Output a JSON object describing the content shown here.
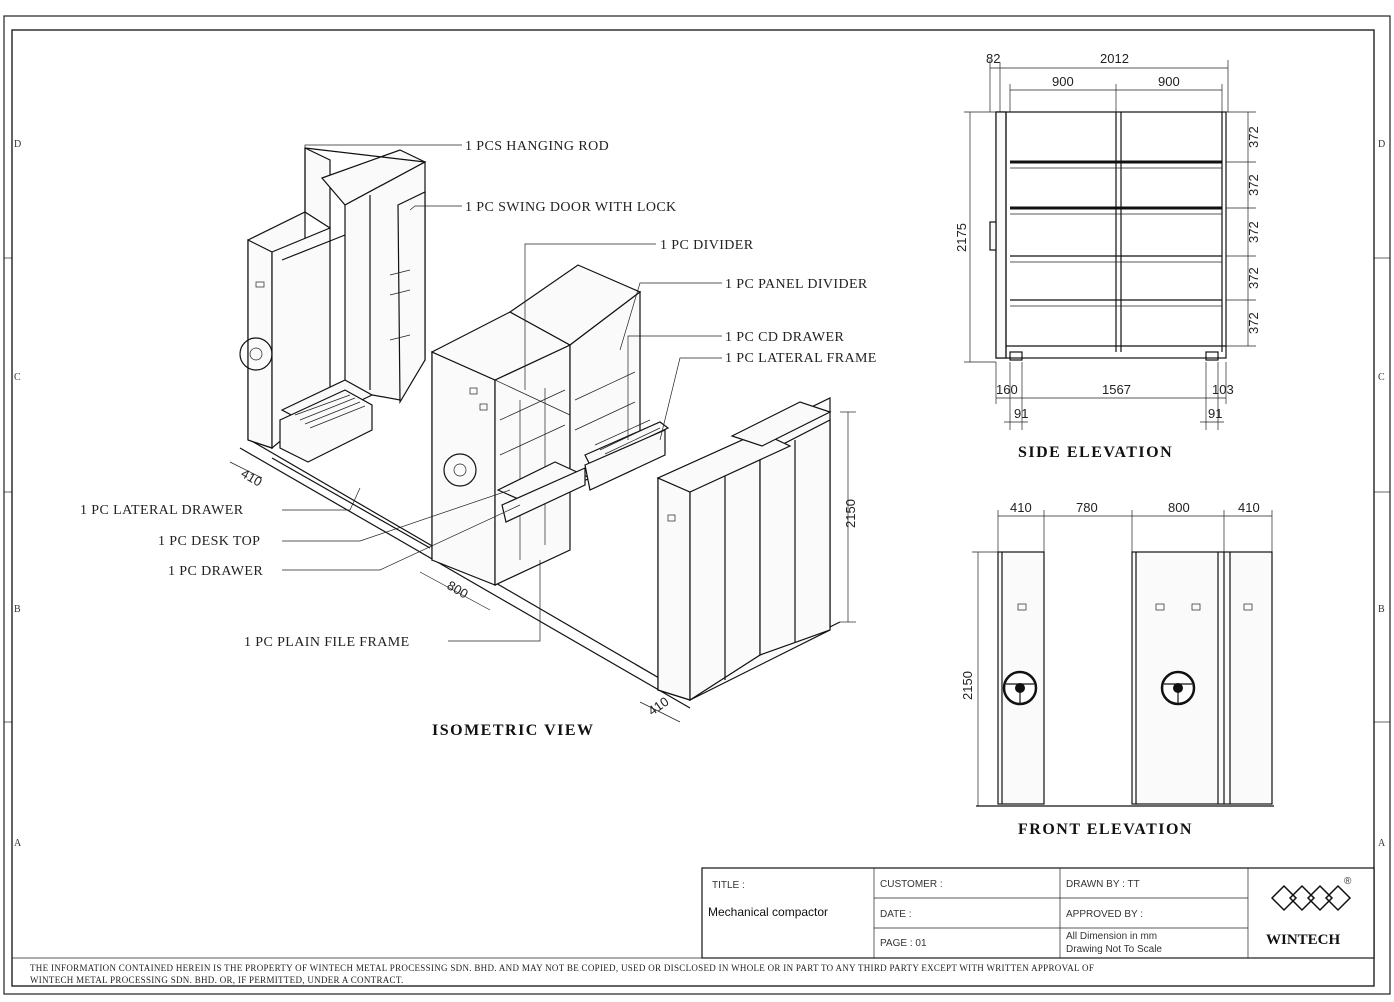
{
  "zones": [
    "D",
    "C",
    "B",
    "A"
  ],
  "isometric": {
    "title": "ISOMETRIC VIEW",
    "callouts": {
      "hanging_rod": "1 PCS HANGING ROD",
      "swing_door": "1 PC SWING DOOR WITH LOCK",
      "divider": "1 PC DIVIDER",
      "panel_divider": "1 PC PANEL DIVIDER",
      "cd_drawer": "1 PC CD DRAWER",
      "lateral_frame": "1 PC  LATERAL FRAME",
      "lateral_drawer": "1 PC  LATERAL  DRAWER",
      "desk_top": "1 PC  DESK TOP",
      "drawer": "1 PC  DRAWER",
      "plain_file_frame": "1 PC  PLAIN FILE FRAME"
    },
    "dims": {
      "d410a": "410",
      "d800": "800",
      "d410b": "410",
      "h2150": "2150"
    }
  },
  "side_elevation": {
    "title": "SIDE ELEVATION",
    "dims": {
      "left": "82",
      "total": "2012",
      "bay1": "900",
      "bay2": "900",
      "height": "2175",
      "s1": "372",
      "s2": "372",
      "s3": "372",
      "s4": "372",
      "s5": "372",
      "base_left": "160",
      "base_mid": "1567",
      "base_right": "103",
      "foot_left": "91",
      "foot_right": "91"
    }
  },
  "front_elevation": {
    "title": "FRONT ELEVATION",
    "dims": {
      "w1": "410",
      "gap": "780",
      "w2": "800",
      "w3": "410",
      "height": "2150"
    }
  },
  "title_block": {
    "title_label": "TITLE :",
    "title_value": "Mechanical compactor",
    "customer_label": "CUSTOMER :",
    "date_label": "DATE :",
    "page_label": "PAGE : 01",
    "drawn_label": "DRAWN BY :  TT",
    "approved_label": "APPROVED BY :",
    "note1": "All Dimension in mm",
    "note2": "Drawing Not To Scale",
    "logo_text": "WINTECH",
    "trademark": "®"
  },
  "footer": {
    "line1": "THE INFORMATION CONTAINED HEREIN IS THE PROPERTY OF WINTECH METAL PROCESSING SDN. BHD. AND MAY NOT BE COPIED, USED OR DISCLOSED IN WHOLE OR IN PART TO ANY THIRD PARTY EXCEPT WITH WRITTEN APPROVAL OF",
    "line2": "WINTECH METAL PROCESSING SDN. BHD. OR, IF PERMITTED, UNDER A CONTRACT."
  }
}
